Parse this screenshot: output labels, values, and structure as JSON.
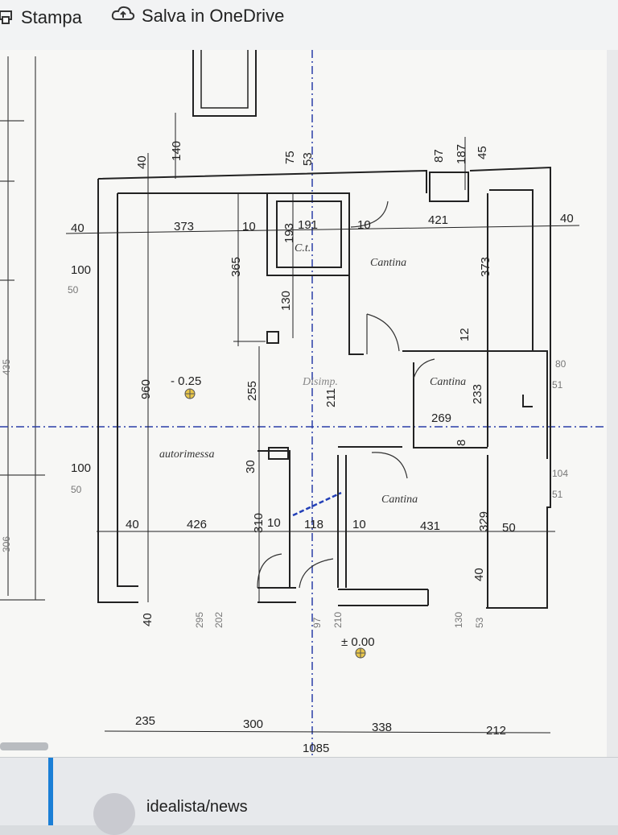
{
  "toolbar": {
    "print_label": "Stampa",
    "print_icon": "printer-icon",
    "save_label": "Salva in OneDrive",
    "save_icon": "cloud-upload-icon"
  },
  "plan": {
    "rooms": {
      "garage": "autorimessa",
      "cellar_top": "Cantina",
      "cellar_mid": "Cantina",
      "cellar_bottom": "Cantina",
      "technical": "C.t.",
      "hall": "Disimp."
    },
    "levels": {
      "garage": "- 0.25",
      "ground": "± 0.00"
    },
    "dims": {
      "d40a": "40",
      "d140": "140",
      "d75": "75",
      "d53": "53",
      "d87": "87",
      "d187": "187",
      "d45": "45",
      "d40_left": "40",
      "d373a": "373",
      "d10a": "10",
      "d193": "193",
      "d191": "191",
      "d10b": "10",
      "d421": "421",
      "d40_right": "40",
      "d100a": "100",
      "d50a": "50",
      "d365": "365",
      "d373b": "373",
      "d130": "130",
      "d12": "12",
      "d960": "960",
      "d255": "255",
      "d211": "211",
      "d269": "269",
      "d233": "233",
      "d8": "8",
      "d80": "80",
      "d51a": "51",
      "d30": "30",
      "d100b": "100",
      "d50b": "50",
      "d104": "104",
      "d51b": "51",
      "d40c": "40",
      "d426": "426",
      "d310": "310",
      "d10c": "10",
      "d118": "118",
      "d10d": "10",
      "d431": "431",
      "d329": "329",
      "d50c": "50",
      "d40d": "40",
      "d40e": "40",
      "d295": "295",
      "d202": "202",
      "d97": "97",
      "d210": "210",
      "d130b": "130",
      "d53b": "53",
      "d235": "235",
      "d300": "300",
      "d338": "338",
      "d212": "212",
      "d1085": "1085",
      "side_306": "306",
      "side_435": "435"
    }
  },
  "taskbar": {
    "site_label": "idealista/news"
  }
}
